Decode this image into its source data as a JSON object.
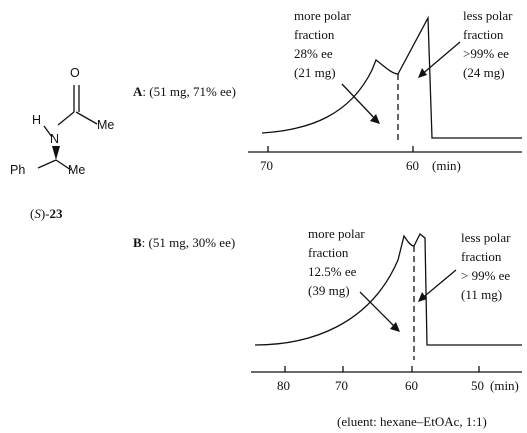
{
  "molecule": {
    "atom_O": "O",
    "atom_H": "H",
    "atom_N": "N",
    "group_Me_acyl": "Me",
    "group_Ph": "Ph",
    "group_Me": "Me",
    "label_open": "(",
    "label_S": "S",
    "label_close": ")-",
    "label_number": "23"
  },
  "panel_a": {
    "run_letter": "A",
    "run_info": ": (51 mg, 71% ee)",
    "more_polar": [
      "more polar",
      "fraction",
      "28% ee",
      "(21 mg)"
    ],
    "less_polar": [
      "less polar",
      "fraction",
      ">99% ee",
      "(24 mg)"
    ],
    "ticks": [
      "70",
      "60"
    ],
    "unit": "(min)"
  },
  "panel_b": {
    "run_letter": "B",
    "run_info": ": (51 mg, 30% ee)",
    "more_polar": [
      "more polar",
      "fraction",
      "12.5% ee",
      "(39 mg)"
    ],
    "less_polar": [
      "less polar",
      "fraction",
      "> 99% ee",
      "(11 mg)"
    ],
    "ticks": [
      "80",
      "70",
      "60",
      "50"
    ],
    "unit": "(min)"
  },
  "eluent": "(eluent: hexane–EtOAc, 1:1)"
}
